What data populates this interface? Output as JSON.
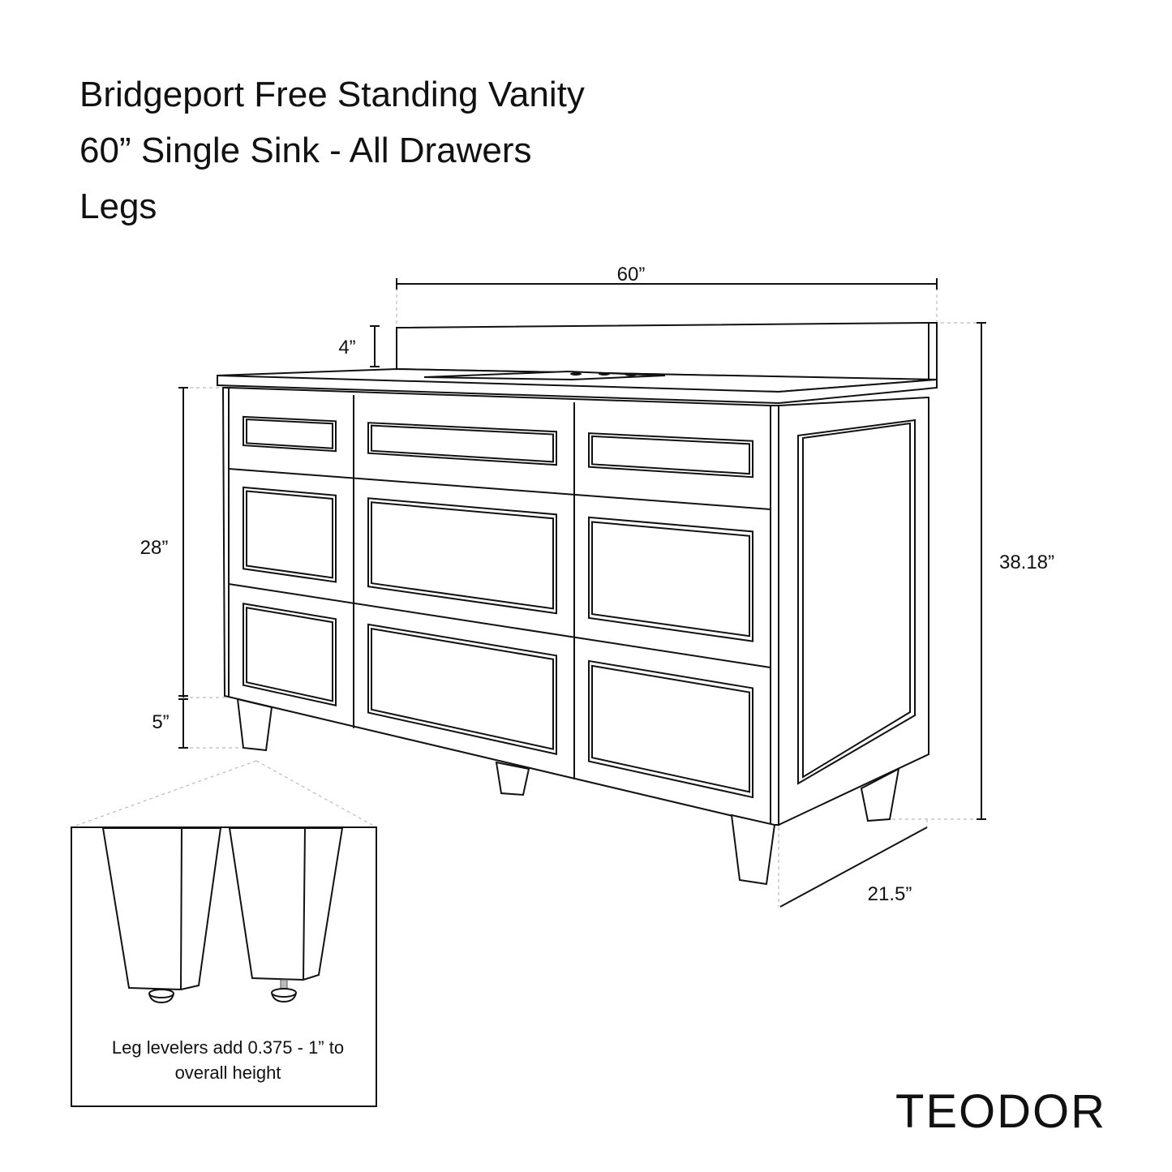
{
  "title": {
    "line1": "Bridgeport Free Standing Vanity",
    "line2": "60” Single Sink - All Drawers",
    "line3": "Legs"
  },
  "dimensions": {
    "width": "60”",
    "backsplash": "4”",
    "cabinet_height": "28”",
    "leg_height": "5”",
    "overall_height": "38.18”",
    "depth": "21.5”"
  },
  "inset": {
    "note_line1": "Leg levelers add 0.375 - 1” to",
    "note_line2": "overall height"
  },
  "brand": "TEODOR"
}
